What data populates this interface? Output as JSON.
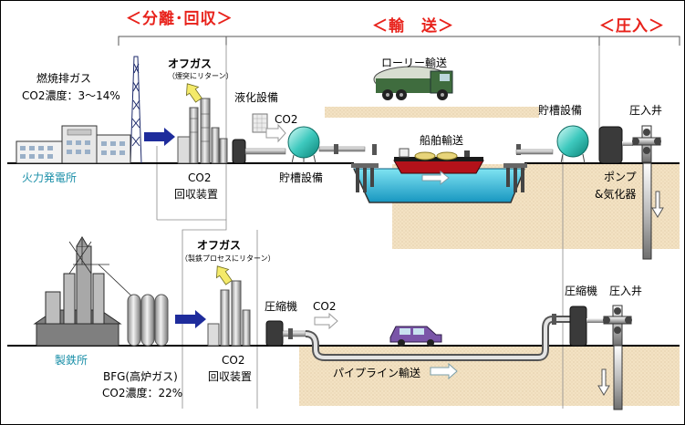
{
  "headers": {
    "separation": "＜分離･回収＞",
    "transport": "＜輸　送＞",
    "injection": "＜圧入＞"
  },
  "power_plant": {
    "flue_gas": "燃焼排ガス",
    "co2_concentration": "CO2濃度：3～14%",
    "off_gas": "オフガス",
    "off_gas_note": "（煙突にリターン）",
    "name": "火力発電所",
    "capture_line1": "CO2",
    "capture_line2": "回収装置",
    "liquefaction": "液化設備",
    "co2_label": "CO2",
    "storage_left": "貯槽設備"
  },
  "transport": {
    "lorry": "ローリー輸送",
    "ship": "船舶輸送",
    "storage_right": "貯槽設備"
  },
  "injection": {
    "well": "圧入井",
    "pump_line1": "ポンプ",
    "pump_line2": "&気化器"
  },
  "steel_works": {
    "off_gas": "オフガス",
    "off_gas_note": "（製鉄プロセスにリターン）",
    "name": "製鉄所",
    "bfg": "BFG(高炉ガス)",
    "co2_concentration": "CO2濃度：22%",
    "capture_line1": "CO2",
    "capture_line2": "回収装置",
    "compressor": "圧縮機",
    "co2_label": "CO2",
    "pipeline": "パイプライン輸送",
    "compressor_right": "圧縮機",
    "well_right": "圧入井"
  },
  "colors": {
    "header_red": "#e8221b",
    "teal_label": "#1a8fa8",
    "ground": "#f3e2c3",
    "water": "#40c8e0",
    "flow_arrow": "#1e2c9c"
  }
}
